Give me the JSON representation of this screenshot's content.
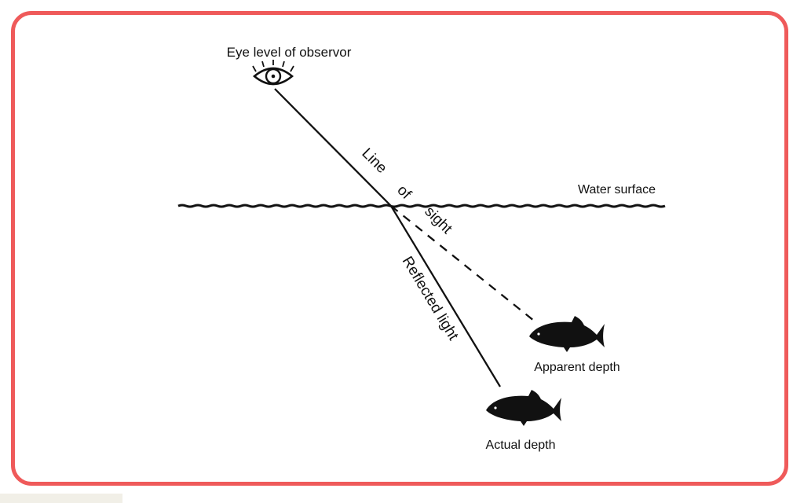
{
  "diagram": {
    "labels": {
      "eye_level": "Eye level of observor",
      "water_surface": "Water surface",
      "line_word1": "Line",
      "line_word2": "of",
      "line_word3": "sight",
      "reflected_light": "Reflected light",
      "apparent_depth": "Apparent depth",
      "actual_depth": "Actual depth"
    },
    "colors": {
      "frame": "#ef5a5a",
      "ink": "#111111"
    },
    "icons": [
      "eye-icon",
      "fish-icon"
    ]
  }
}
